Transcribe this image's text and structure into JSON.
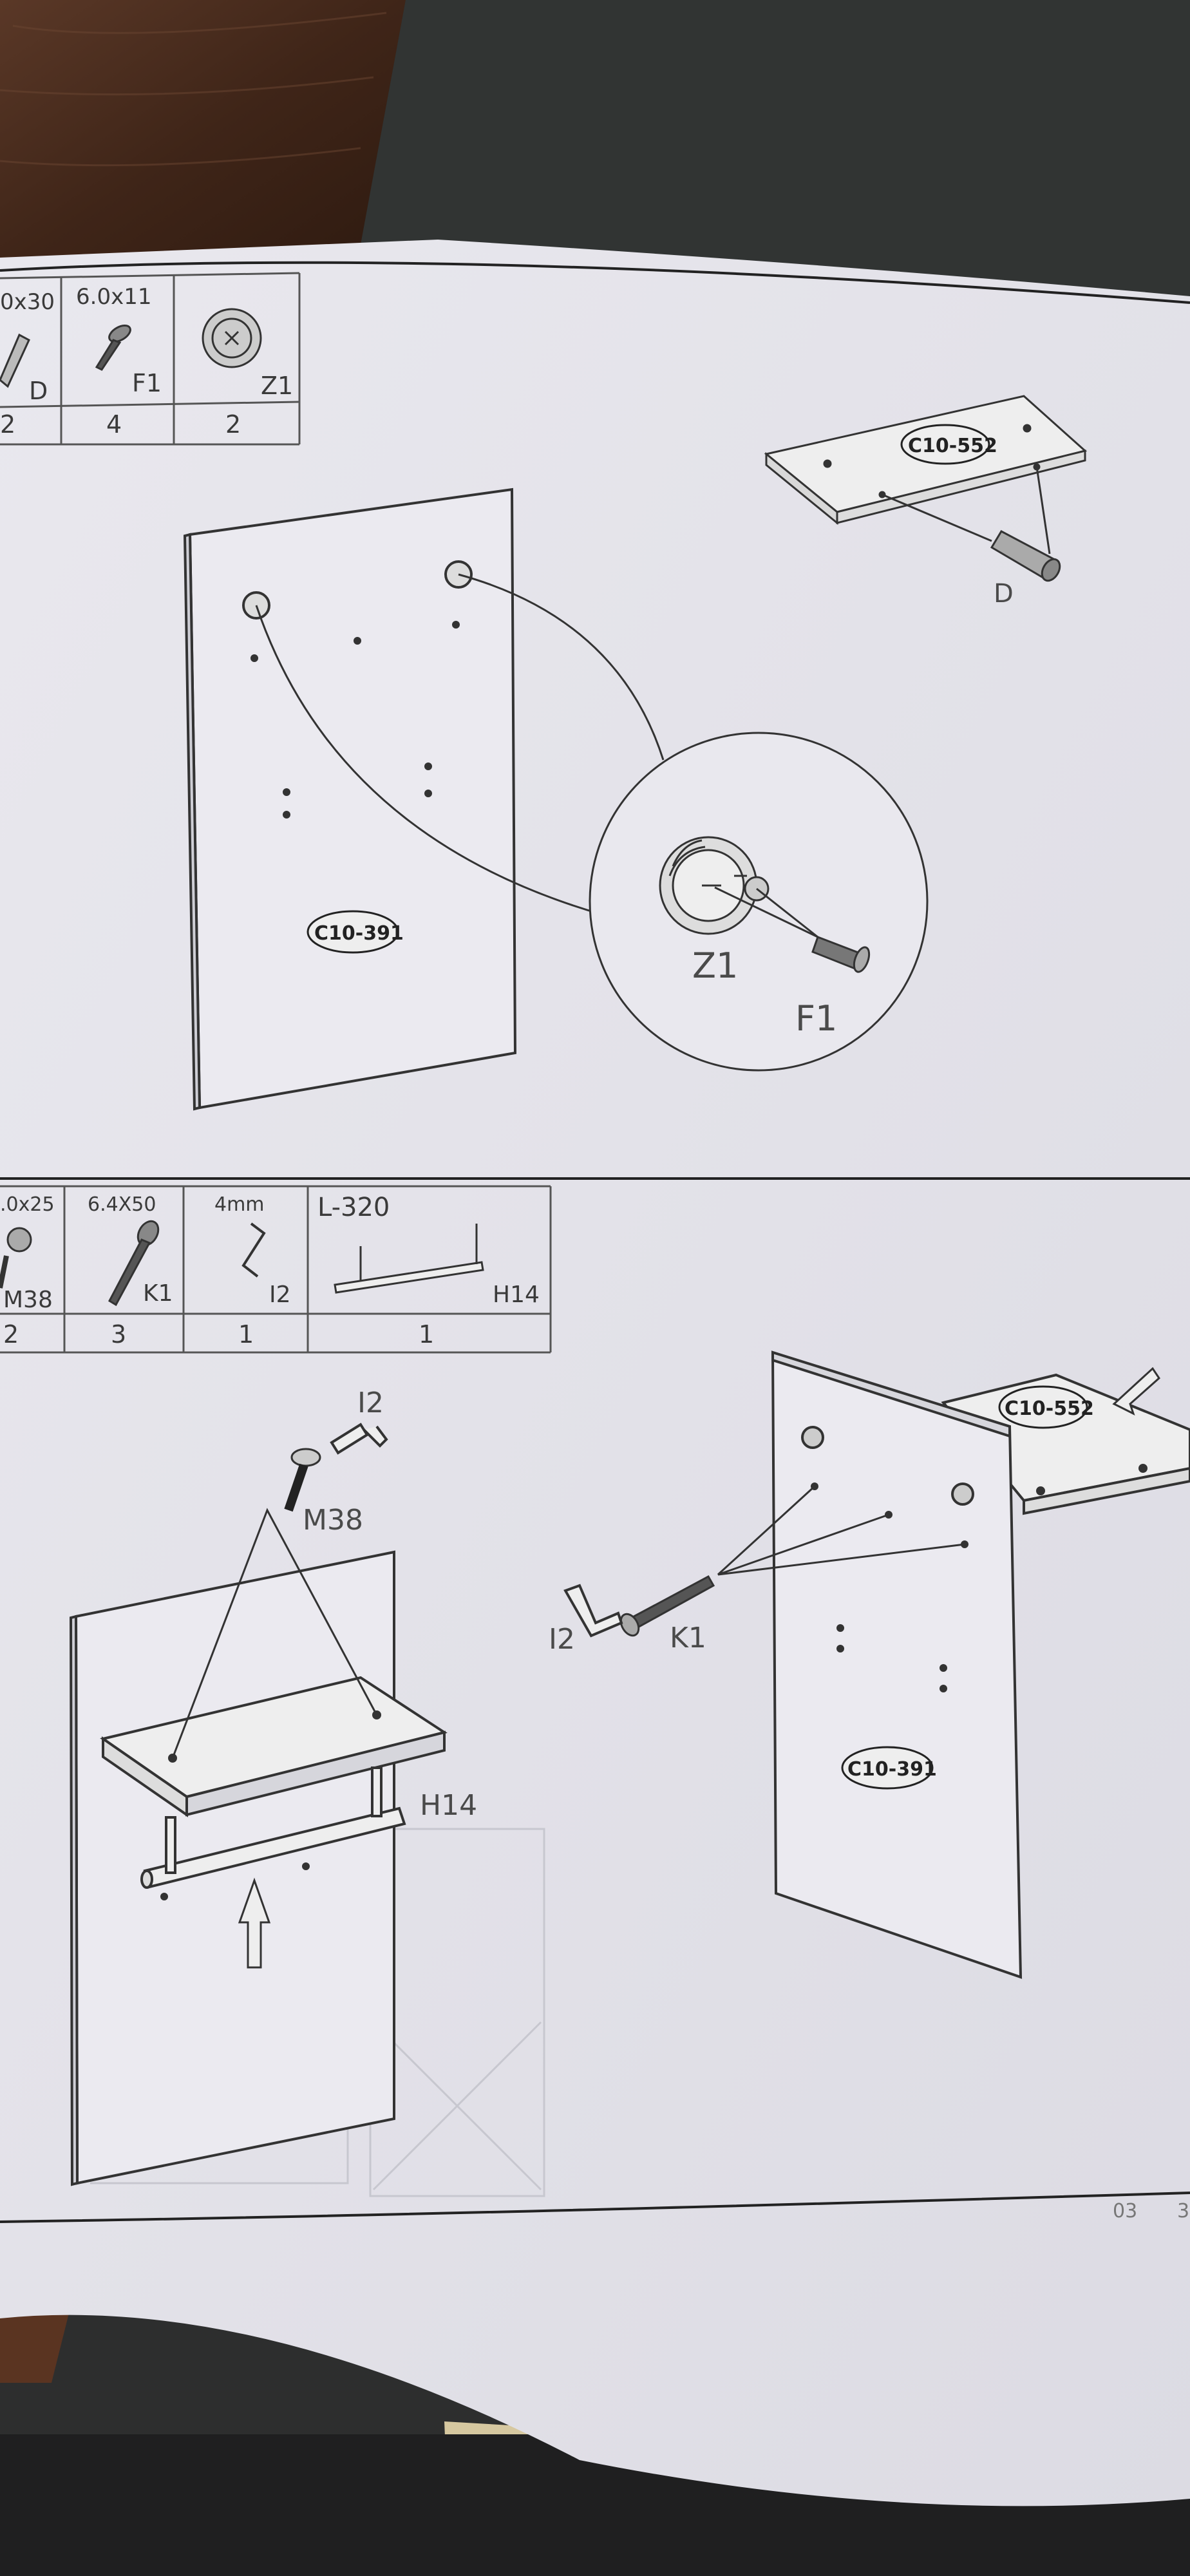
{
  "step_top": {
    "parts_table": {
      "headers": [
        "0x30",
        "6.0x11",
        ""
      ],
      "codes": [
        "D",
        "F1",
        "Z1"
      ],
      "quantities": [
        "2",
        "4",
        "2"
      ]
    },
    "panel_code": "C10-391",
    "shelf_code": "C10-552",
    "dowel_label": "D",
    "detail_labels": {
      "cam_lock": "Z1",
      "screw": "F1"
    }
  },
  "step_bottom": {
    "parts_table": {
      "headers": [
        ".0x25",
        "6.4X50",
        "4mm",
        "L-320"
      ],
      "codes": [
        "M38",
        "K1",
        "I2",
        "H14"
      ],
      "quantities": [
        "2",
        "3",
        "1",
        "1"
      ]
    },
    "left_labels": {
      "hex_key": "I2",
      "screw": "M38",
      "handle": "H14"
    },
    "right_labels": {
      "hex_key": "I2",
      "screw": "K1"
    },
    "shelf_code": "C10-552",
    "panel_code": "C10-391"
  },
  "footer": {
    "page_number": "03",
    "next_page_number": "3"
  },
  "colors": {
    "paper": "#e4e3ea",
    "line": "#333333",
    "table": "#555555",
    "background": "#2b2c2b",
    "wood": "#4e2f1e"
  },
  "icons": [
    "dowel-icon",
    "screw-icon",
    "cam-lock-icon",
    "hex-key-icon",
    "handle-icon",
    "arrow-icon"
  ]
}
